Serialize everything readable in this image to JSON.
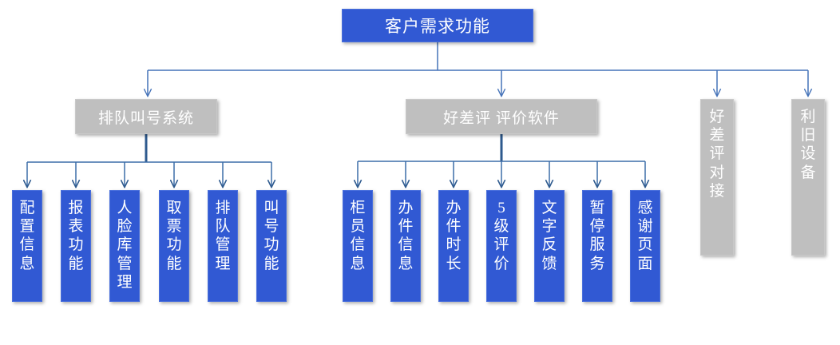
{
  "diagram": {
    "type": "tree-hierarchy",
    "title_node": {
      "label": "客户需求功能",
      "color": "#3159D3",
      "text_color": "#FFFFFF"
    },
    "colors": {
      "blue": "#3159D3",
      "gray": "#BFBFBF",
      "edge": "#4472B8",
      "edge_dark": "#2E5A8E",
      "background": "#FFFFFF"
    },
    "branches": [
      {
        "label": "排队叫号系统",
        "color": "#BFBFBF",
        "orientation": "horizontal",
        "children": [
          {
            "label": "配置信息",
            "color": "#3159D3",
            "orientation": "vertical"
          },
          {
            "label": "报表功能",
            "color": "#3159D3",
            "orientation": "vertical"
          },
          {
            "label": "人脸库管理",
            "color": "#3159D3",
            "orientation": "vertical"
          },
          {
            "label": "取票功能",
            "color": "#3159D3",
            "orientation": "vertical"
          },
          {
            "label": "排队管理",
            "color": "#3159D3",
            "orientation": "vertical"
          },
          {
            "label": "叫号功能",
            "color": "#3159D3",
            "orientation": "vertical"
          }
        ]
      },
      {
        "label": "好差评 评价软件",
        "color": "#BFBFBF",
        "orientation": "horizontal",
        "children": [
          {
            "label": "柜员信息",
            "color": "#3159D3",
            "orientation": "vertical"
          },
          {
            "label": "办件信息",
            "color": "#3159D3",
            "orientation": "vertical"
          },
          {
            "label": "办件时长",
            "color": "#3159D3",
            "orientation": "vertical"
          },
          {
            "label": "5级评价",
            "color": "#3159D3",
            "orientation": "vertical"
          },
          {
            "label": "文字反馈",
            "color": "#3159D3",
            "orientation": "vertical"
          },
          {
            "label": "暂停服务",
            "color": "#3159D3",
            "orientation": "vertical"
          },
          {
            "label": "感谢页面",
            "color": "#3159D3",
            "orientation": "vertical"
          }
        ]
      },
      {
        "label": "好差评对接",
        "color": "#BFBFBF",
        "orientation": "vertical",
        "children": []
      },
      {
        "label": "利旧设备",
        "color": "#BFBFBF",
        "orientation": "vertical",
        "children": []
      }
    ]
  }
}
